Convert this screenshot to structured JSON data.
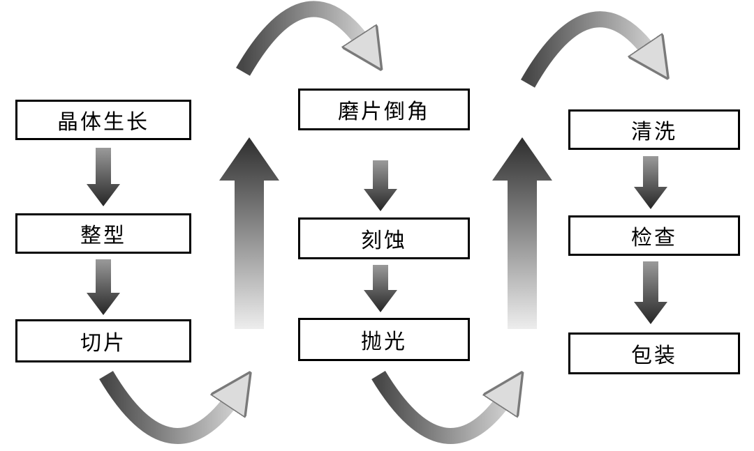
{
  "diagram": {
    "type": "flowchart",
    "description": "wafer-processing-flow",
    "columns": [
      {
        "boxes": [
          {
            "label": "晶体生长"
          },
          {
            "label": "整型"
          },
          {
            "label": "切片"
          }
        ]
      },
      {
        "boxes": [
          {
            "label": "磨片倒角"
          },
          {
            "label": "刻蚀"
          },
          {
            "label": "抛光"
          }
        ]
      },
      {
        "boxes": [
          {
            "label": "清洗"
          },
          {
            "label": "检查"
          },
          {
            "label": "包装"
          }
        ]
      }
    ],
    "flow_order": [
      "晶体生长",
      "整型",
      "切片",
      "磨片倒角",
      "刻蚀",
      "抛光",
      "清洗",
      "检查",
      "包装"
    ],
    "colors": {
      "box_fill": "#ffffff",
      "box_border": "#000000",
      "arrow_dark": "#2e2e2e",
      "arrow_light": "#ededed"
    }
  }
}
